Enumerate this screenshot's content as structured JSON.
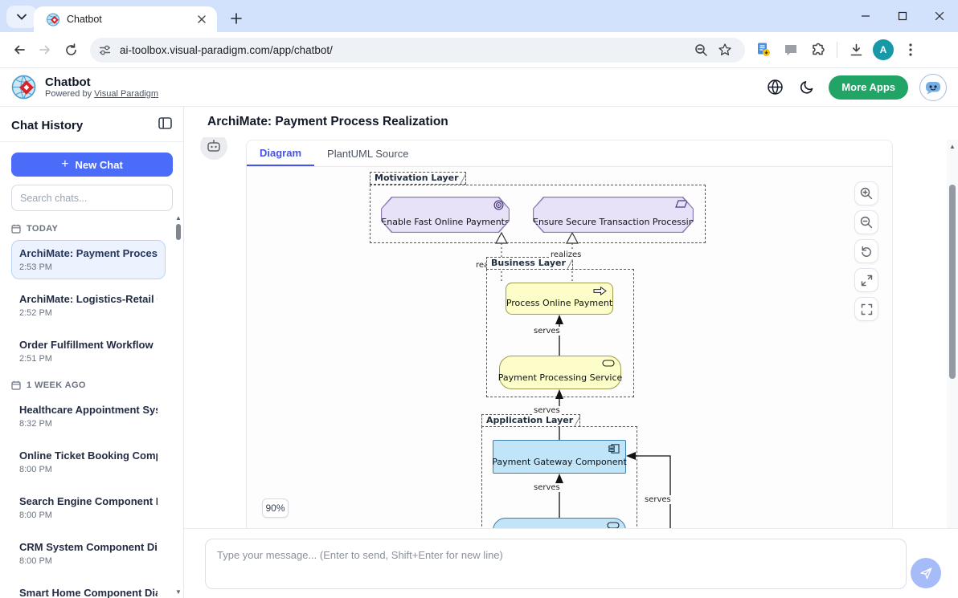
{
  "browser": {
    "tab_title": "Chatbot",
    "url": "ai-toolbox.visual-paradigm.com/app/chatbot/",
    "profile_initial": "A"
  },
  "header": {
    "app_title": "Chatbot",
    "powered_prefix": "Powered by ",
    "powered_link": "Visual Paradigm",
    "more_apps_label": "More Apps"
  },
  "sidebar": {
    "title": "Chat History",
    "new_chat_label": "New Chat",
    "search_placeholder": "Search chats...",
    "sections": [
      {
        "label": "TODAY",
        "items": [
          {
            "title": "ArchiMate: Payment Process ...",
            "time": "2:53 PM"
          },
          {
            "title": "ArchiMate: Logistics-Retail C...",
            "time": "2:52 PM"
          },
          {
            "title": "Order Fulfillment Workflow",
            "time": "2:51 PM"
          }
        ]
      },
      {
        "label": "1 WEEK AGO",
        "items": [
          {
            "title": "Healthcare Appointment Sys...",
            "time": "8:32 PM"
          },
          {
            "title": "Online Ticket Booking Comp...",
            "time": "8:00 PM"
          },
          {
            "title": "Search Engine Component D...",
            "time": "8:00 PM"
          },
          {
            "title": "CRM System Component Dia...",
            "time": "8:00 PM"
          },
          {
            "title": "Smart Home Component Dia...",
            "time": ""
          }
        ]
      }
    ]
  },
  "main": {
    "title": "ArchiMate: Payment Process Realization",
    "tabs": [
      {
        "label": "Diagram"
      },
      {
        "label": "PlantUML Source"
      }
    ],
    "zoom_badge": "90%"
  },
  "diagram": {
    "layers": {
      "motivation": "Motivation Layer",
      "business": "Business Layer",
      "application": "Application Layer"
    },
    "nodes": {
      "goal": "Enable Fast Online Payments",
      "requirement": "Ensure Secure Transaction Processing",
      "process": "Process Online Payment",
      "service": "Payment Processing Service",
      "component": "Payment Gateway Component"
    },
    "edge_labels": {
      "realizes": "realizes",
      "serves": "serves"
    },
    "colors": {
      "motivation_fill": "#E7E2F8",
      "motivation_border": "#8C7AB8",
      "business_fill": "#FDFDC9",
      "business_border": "#9C9C4E",
      "application_fill": "#C0E4F8",
      "application_border": "#3D7FA9"
    }
  },
  "composer": {
    "placeholder": "Type your message... (Enter to send, Shift+Enter for new line)"
  }
}
